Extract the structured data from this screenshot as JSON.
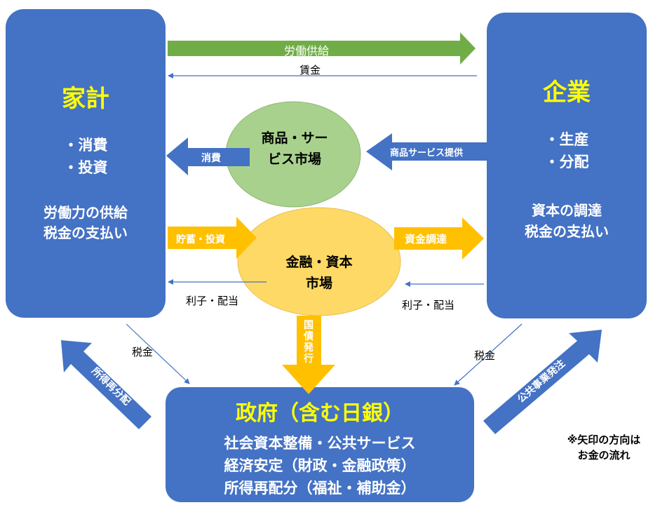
{
  "household": {
    "title": "家計",
    "line1": "・消費",
    "line2": "・投資",
    "line3": "労働力の供給",
    "line4": "税金の支払い"
  },
  "firm": {
    "title": "企業",
    "line1": "・生産",
    "line2": "・分配",
    "line3": "資本の調達",
    "line4": "税金の支払い"
  },
  "government": {
    "title": "政府（含む日銀）",
    "line1": "社会資本整備・公共サービス",
    "line2": "経済安定（財政・金融政策）",
    "line3": "所得再配分（福祉・補助金）"
  },
  "goods_market": {
    "line1": "商品・サー",
    "line2": "ビス市場"
  },
  "finance_market": {
    "line1": "金融・資本",
    "line2": "市場"
  },
  "arrows": {
    "labor_supply": "労働供給",
    "wages": "賃金",
    "consumption": "消費",
    "goods_supply": "商品サービス提供",
    "savings": "貯蓄・投資",
    "capital_raising": "資金調達",
    "interest_left": "利子・配当",
    "interest_right": "利子・配当",
    "bonds": "国債発行",
    "tax_left": "税金",
    "tax_right": "税金",
    "redistribution": "所得再分配",
    "public_works": "公共事業発注"
  },
  "note": {
    "line1": "※矢印の方向は",
    "line2": "お金の流れ"
  },
  "colors": {
    "box": "#4472C4",
    "green": "#70AD47",
    "orange": "#FFC000",
    "goods_circle": "#A9D18E",
    "finance_circle": "#FFD966",
    "title": "#FFFF00"
  }
}
